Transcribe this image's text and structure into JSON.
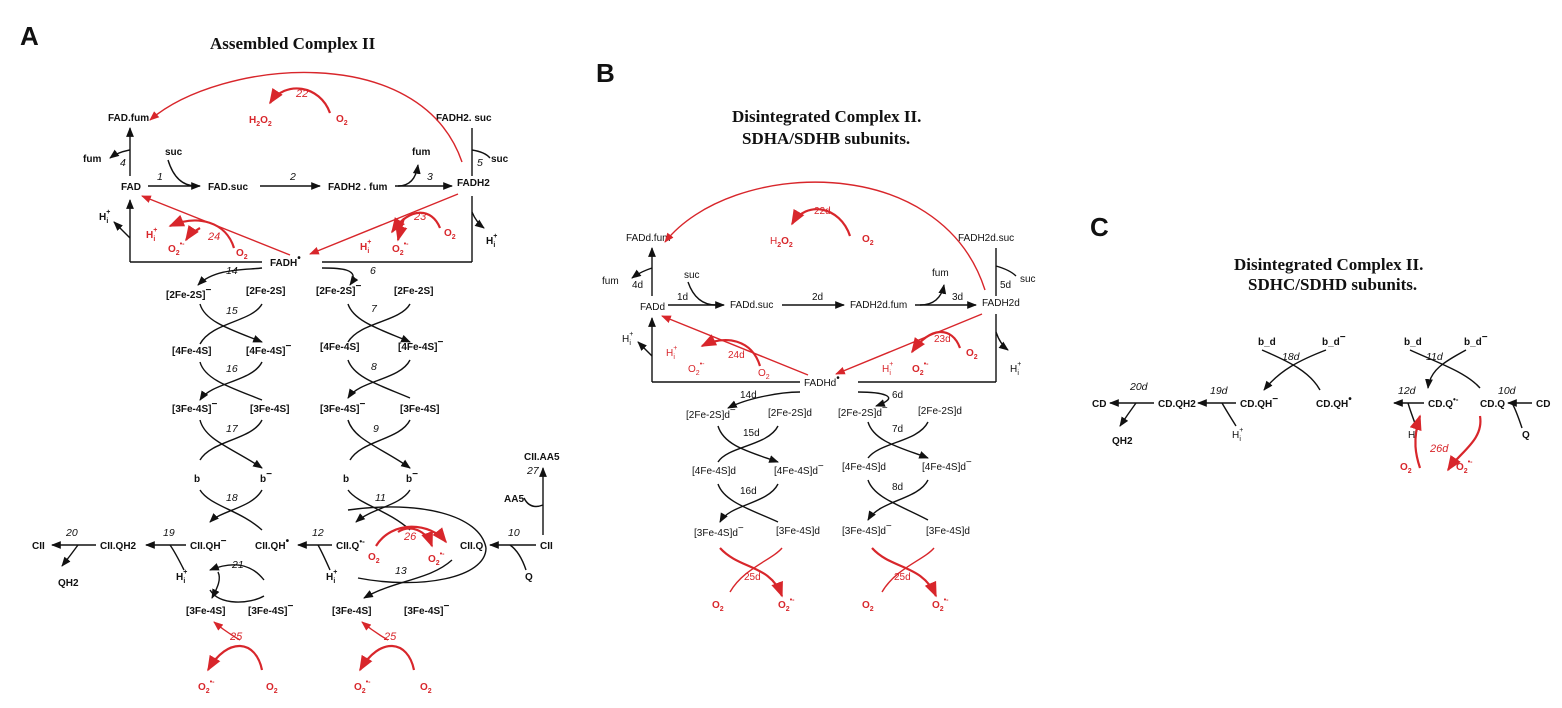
{
  "colors": {
    "black": "#111111",
    "red": "#d8262b"
  },
  "panels": {
    "A": {
      "letter": "A",
      "title": "Assembled Complex II",
      "nodes": {
        "FAD": "FAD",
        "FADsuc": "FAD.suc",
        "FADH2fum": "FADH2 . fum",
        "FADH2": "FADH2",
        "FADfum": "FAD.fum",
        "FADH2suc": "FADH2. suc",
        "FADH": "FADH",
        "radical": "•",
        "fum_l": "fum",
        "suc_l": "suc",
        "fum_r": "fum",
        "suc_r": "suc",
        "H": "H",
        "Hsup": "+",
        "Hsub": "i",
        "O2": "O",
        "O2sub": "2",
        "Osup": "•-",
        "H2O2_H": "H",
        "H2O2_2a": "2",
        "H2O2_O": "O",
        "H2O2_2b": "2",
        "l2Fe2S_m": "[2Fe-2S]",
        "l2Fe2S": "[2Fe-2S]",
        "r2Fe2S_m": "[2Fe-2S]",
        "r2Fe2S": "[2Fe-2S]",
        "l4Fe4S": "[4Fe-4S]",
        "l4Fe4S_m": "[4Fe-4S]",
        "r4Fe4S": "[4Fe-4S]",
        "r4Fe4S_m": "[4Fe-4S]",
        "l3Fe4S_m": "[3Fe-4S]",
        "l3Fe4S": "[3Fe-4S]",
        "r3Fe4S_m": "[3Fe-4S]",
        "r3Fe4S": "[3Fe-4S]",
        "minus": "−",
        "b": "b",
        "bm": "b",
        "CII": "CII",
        "CIIQH2": "CII.QH2",
        "CIIQH": "CII.QH",
        "CIIQH_r": "CII.QH",
        "CIIQ_m": "CII.Q",
        "CIIQ": "CII.Q",
        "CII2": "CII",
        "Q": "Q",
        "QH2": "QH2",
        "AA5": "AA5",
        "CIIAA5": "CII.AA5",
        "b3Fe4S": "[3Fe-4S]",
        "b3Fe4S_m": "[3Fe-4S]",
        "c3Fe4S": "[3Fe-4S]",
        "c3Fe4S_m": "[3Fe-4S]"
      },
      "steps": [
        "1",
        "2",
        "3",
        "4",
        "5",
        "6",
        "7",
        "8",
        "9",
        "10",
        "11",
        "12",
        "13",
        "14",
        "15",
        "16",
        "17",
        "18",
        "19",
        "20",
        "21",
        "22",
        "23",
        "24",
        "25",
        "26",
        "27",
        "25"
      ]
    },
    "B": {
      "letter": "B",
      "title_line1": "Disintegrated Complex II.",
      "title_line2": "SDHA/SDHB subunits.",
      "nodes": {
        "FADd": "FADd",
        "FADdsuc": "FADd.suc",
        "FADH2dfum": "FADH2d.fum",
        "FADH2d": "FADH2d",
        "FADdfum": "FADd.fum",
        "FADH2dsuc": "FADH2d.suc",
        "FADHd": "FADHd",
        "fum": "fum",
        "suc": "suc",
        "l2Fe2S_m": "[2Fe-2S]d",
        "l2Fe2S": "[2Fe-2S]d",
        "r2Fe2S_m": "[2Fe-2S]d",
        "r2Fe2S": "[2Fe-2S]d",
        "l4Fe4S": "[4Fe-4S]d",
        "l4Fe4S_m": "[4Fe-4S]d",
        "r4Fe4S": "[4Fe-4S]d",
        "r4Fe4S_m": "[4Fe-4S]d",
        "l3Fe4S_m": "[3Fe-4S]d",
        "l3Fe4S": "[3Fe-4S]d",
        "r3Fe4S_m": "[3Fe-4S]d",
        "r3Fe4S": "[3Fe-4S]d"
      },
      "steps": [
        "1d",
        "2d",
        "3d",
        "4d",
        "5d",
        "6d",
        "7d",
        "8d",
        "14d",
        "15d",
        "16d",
        "22d",
        "23d",
        "24d",
        "25d",
        "25d"
      ]
    },
    "C": {
      "letter": "C",
      "title_line1": "Disintegrated Complex II.",
      "title_line2": "SDHC/SDHD subunits.",
      "nodes": {
        "CD": "CD",
        "CDQH2": "CD.QH2",
        "CDQH": "CD.QH",
        "CDQH_r": "CD.QH",
        "CDQ_m": "CD.Q",
        "CDQ": "CD.Q",
        "CD2": "CD",
        "Q": "Q",
        "QH2": "QH2",
        "bd": "b_d",
        "bdm": "b_d"
      },
      "steps": [
        "10d",
        "11d",
        "12d",
        "18d",
        "19d",
        "20d",
        "26d"
      ]
    }
  }
}
